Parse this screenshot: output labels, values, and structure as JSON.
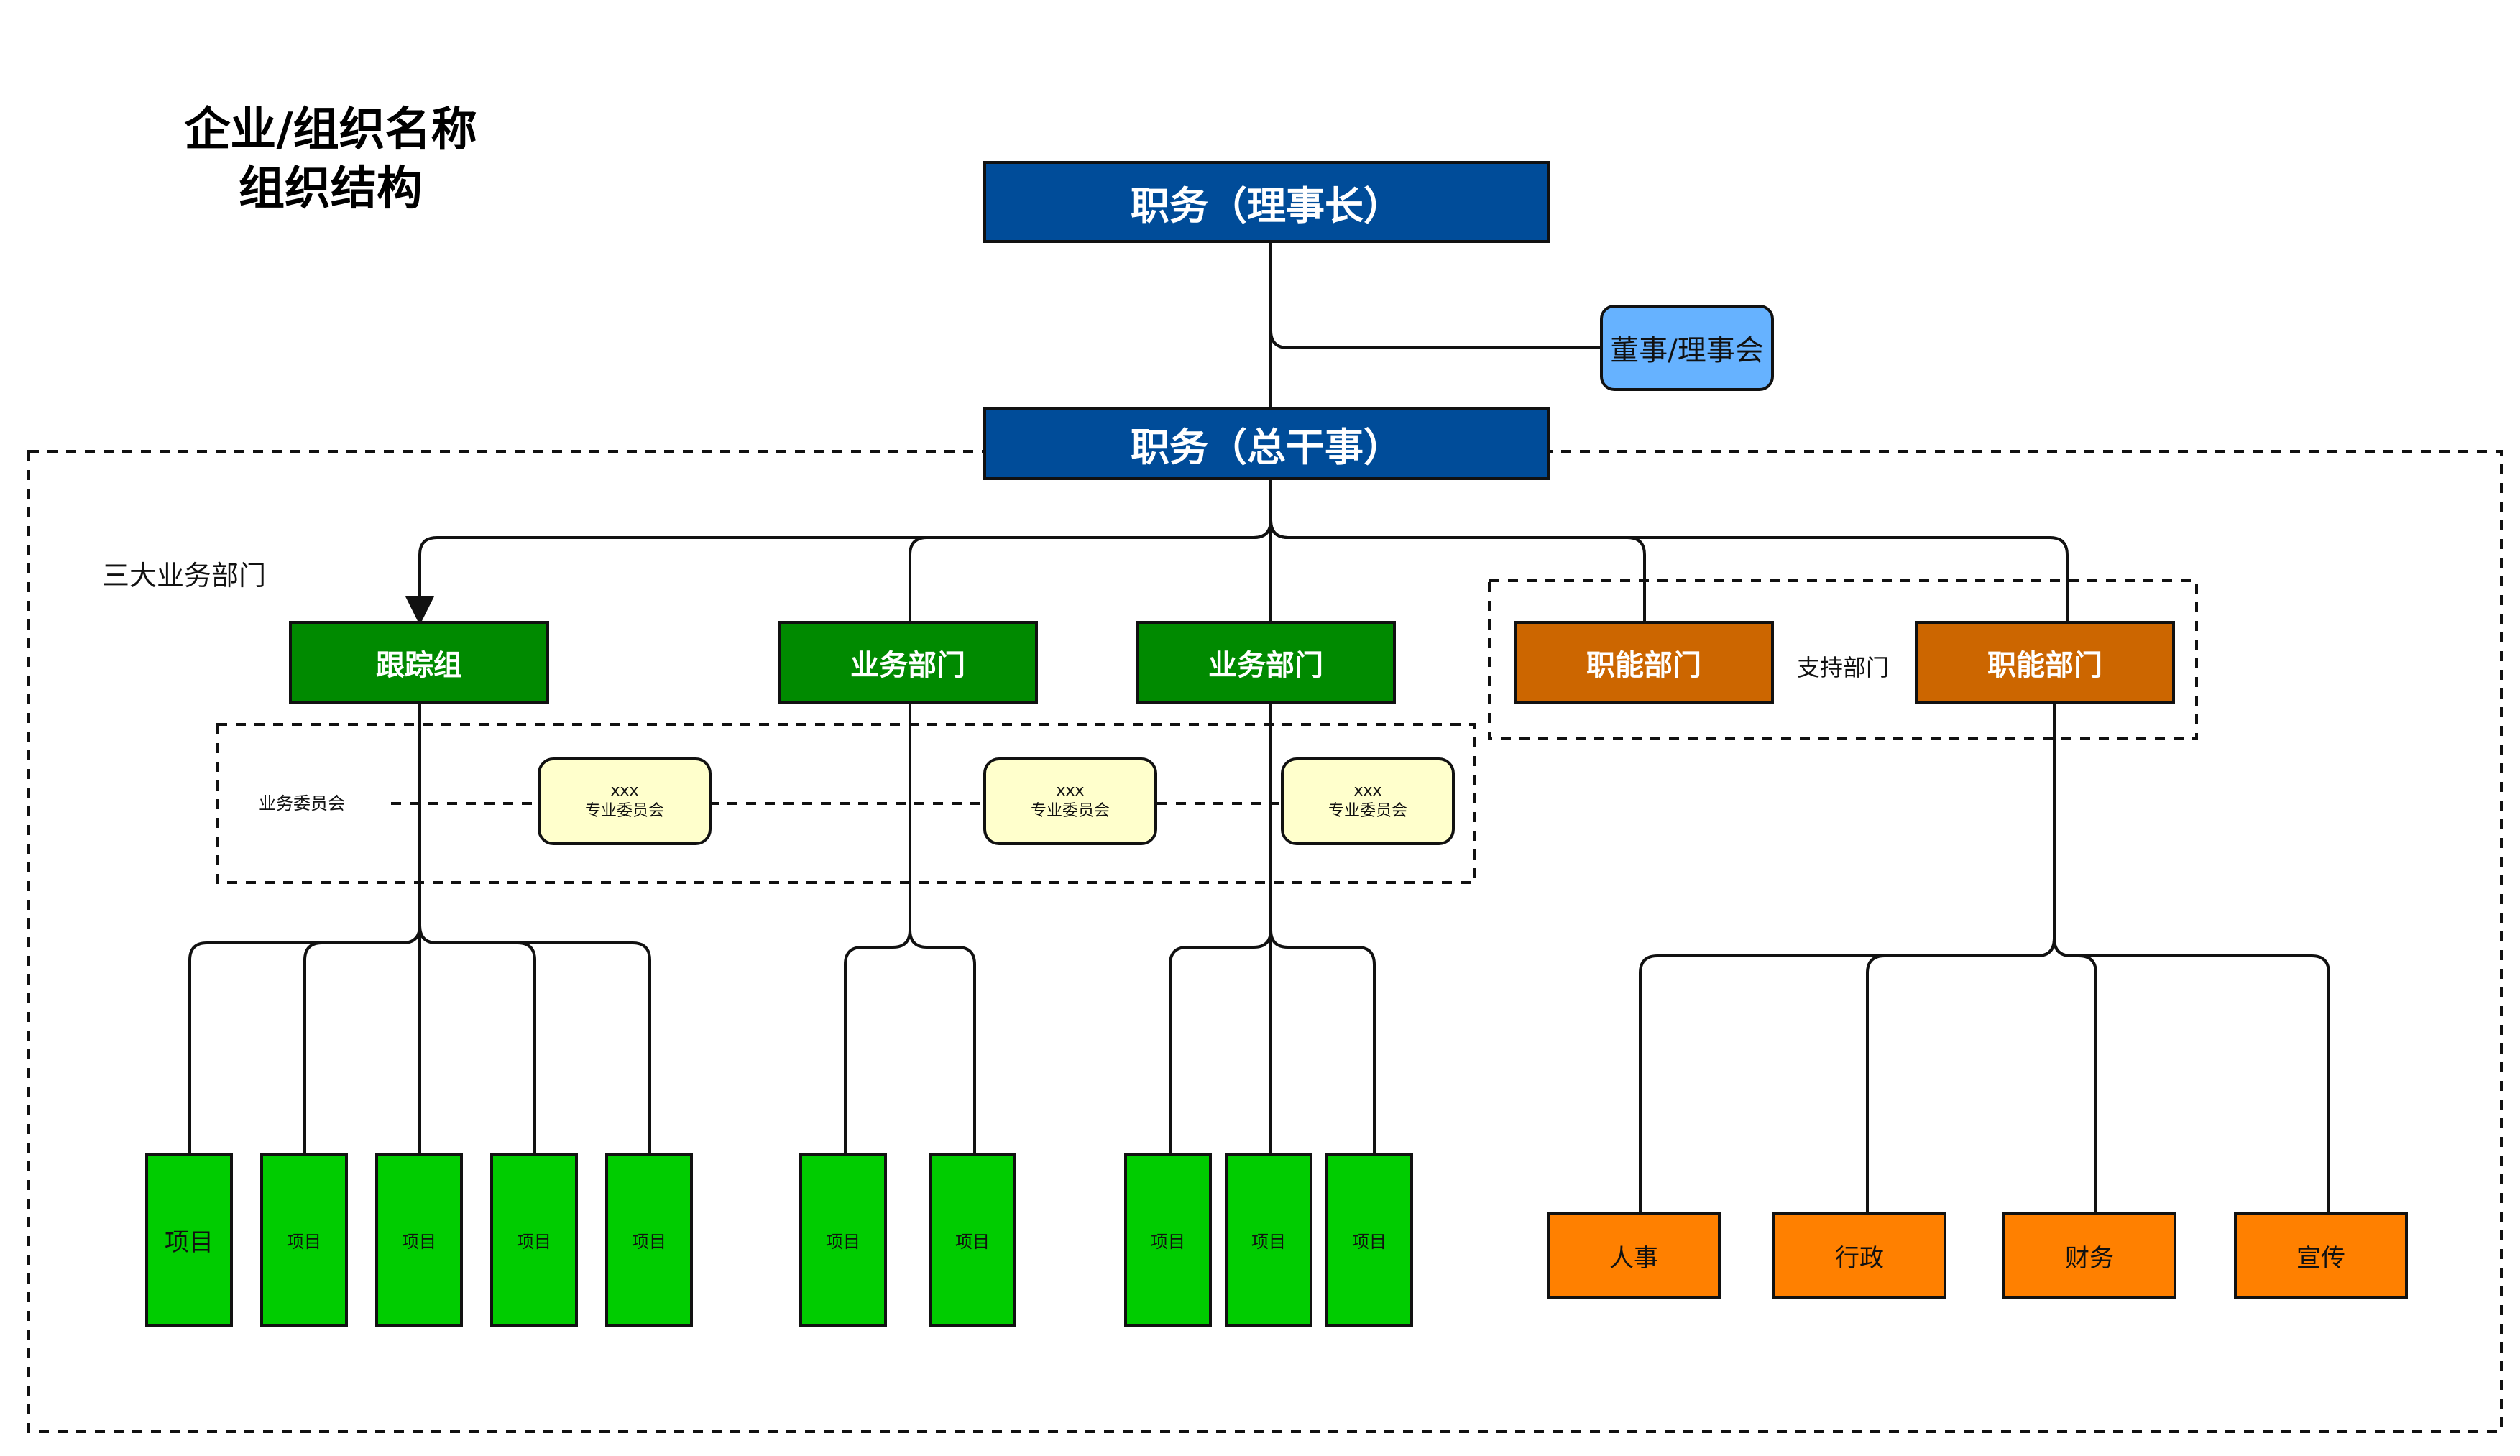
{
  "header": {
    "title_line1": "企业/组织名称",
    "title_line2": "组织结构"
  },
  "top": {
    "chairman": "职务（理事长）",
    "board": "董事/理事会",
    "secretary_general": "职务（总干事）"
  },
  "labels": {
    "business_section": "三大业务部门",
    "support_section": "支持部门",
    "committee_section": "业务委员会"
  },
  "departments": {
    "tracking": "跟踪组",
    "business_1": "业务部门",
    "business_2": "业务部门",
    "functional_1": "职能部门",
    "functional_2": "职能部门"
  },
  "committees": [
    {
      "line1": "xxx",
      "line2": "专业委员会"
    },
    {
      "line1": "xxx",
      "line2": "专业委员会"
    },
    {
      "line1": "xxx",
      "line2": "专业委员会"
    }
  ],
  "projects": {
    "tracking": [
      "项目",
      "项目",
      "项目",
      "项目",
      "项目"
    ],
    "business_1": [
      "项目",
      "项目"
    ],
    "business_2": [
      "项目",
      "项目",
      "项目"
    ]
  },
  "functions": [
    "人事",
    "行政",
    "财务",
    "宣传"
  ],
  "colors": {
    "executive": "#004C99",
    "board": "#66B2FF",
    "business_dept": "#008A00",
    "support_dept": "#CC6600",
    "committee": "#FFFFCC",
    "project": "#00CC00",
    "function": "#FF8000"
  }
}
